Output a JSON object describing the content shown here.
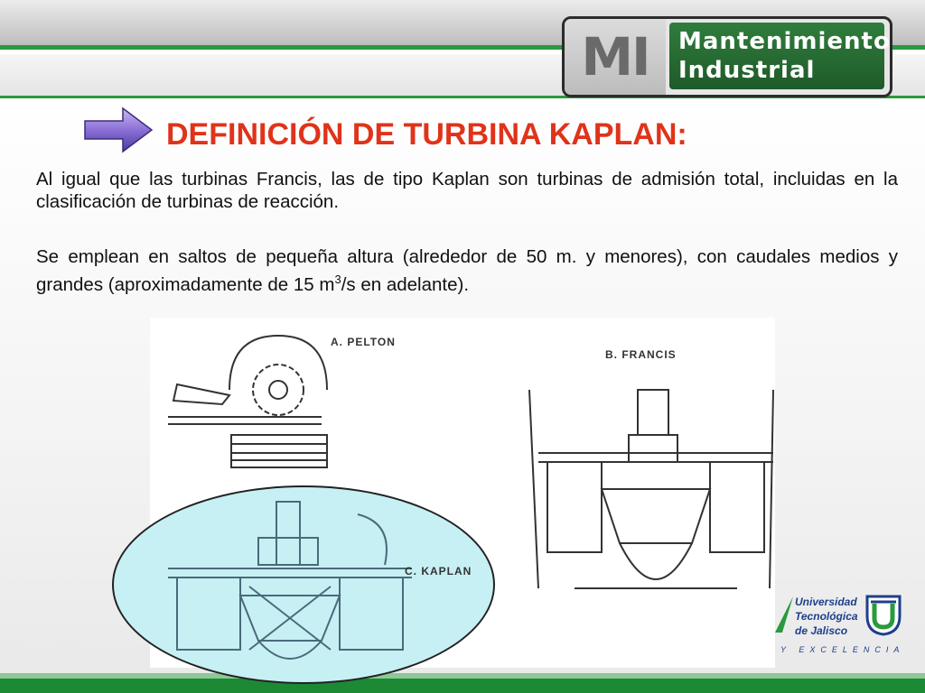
{
  "logo": {
    "initials": "MI",
    "line1": "Mantenimiento",
    "line2": "Industrial"
  },
  "title": "DEFINICIÓN DE TURBINA KAPLAN:",
  "paragraphs": {
    "p1": "Al igual que las turbinas Francis, las de tipo Kaplan son turbinas de admisión total, incluidas en la clasificación de turbinas de reacción.",
    "p2_before": "Se emplean en saltos de pequeña altura (alrededor de 50 m. y menores), con caudales medios y grandes (aproximadamente de 15 m",
    "p2_sup": "3",
    "p2_after": "/s en adelante)."
  },
  "figure": {
    "labels": {
      "pelton": "A. PELTON",
      "francis": "B. FRANCIS",
      "kaplan": "C. KAPLAN"
    }
  },
  "university": {
    "line1": "Universidad",
    "line2": "Tecnológica",
    "line3": "de Jalisco",
    "motto": "Y EXCELENCIA"
  },
  "colors": {
    "title_red": "#e0331a",
    "brand_green": "#2a9a3c",
    "university_blue": "#1d3f8c",
    "kaplan_highlight": "#c6f0f4"
  },
  "icons": [
    "arrow-right-icon",
    "university-shield-icon"
  ]
}
